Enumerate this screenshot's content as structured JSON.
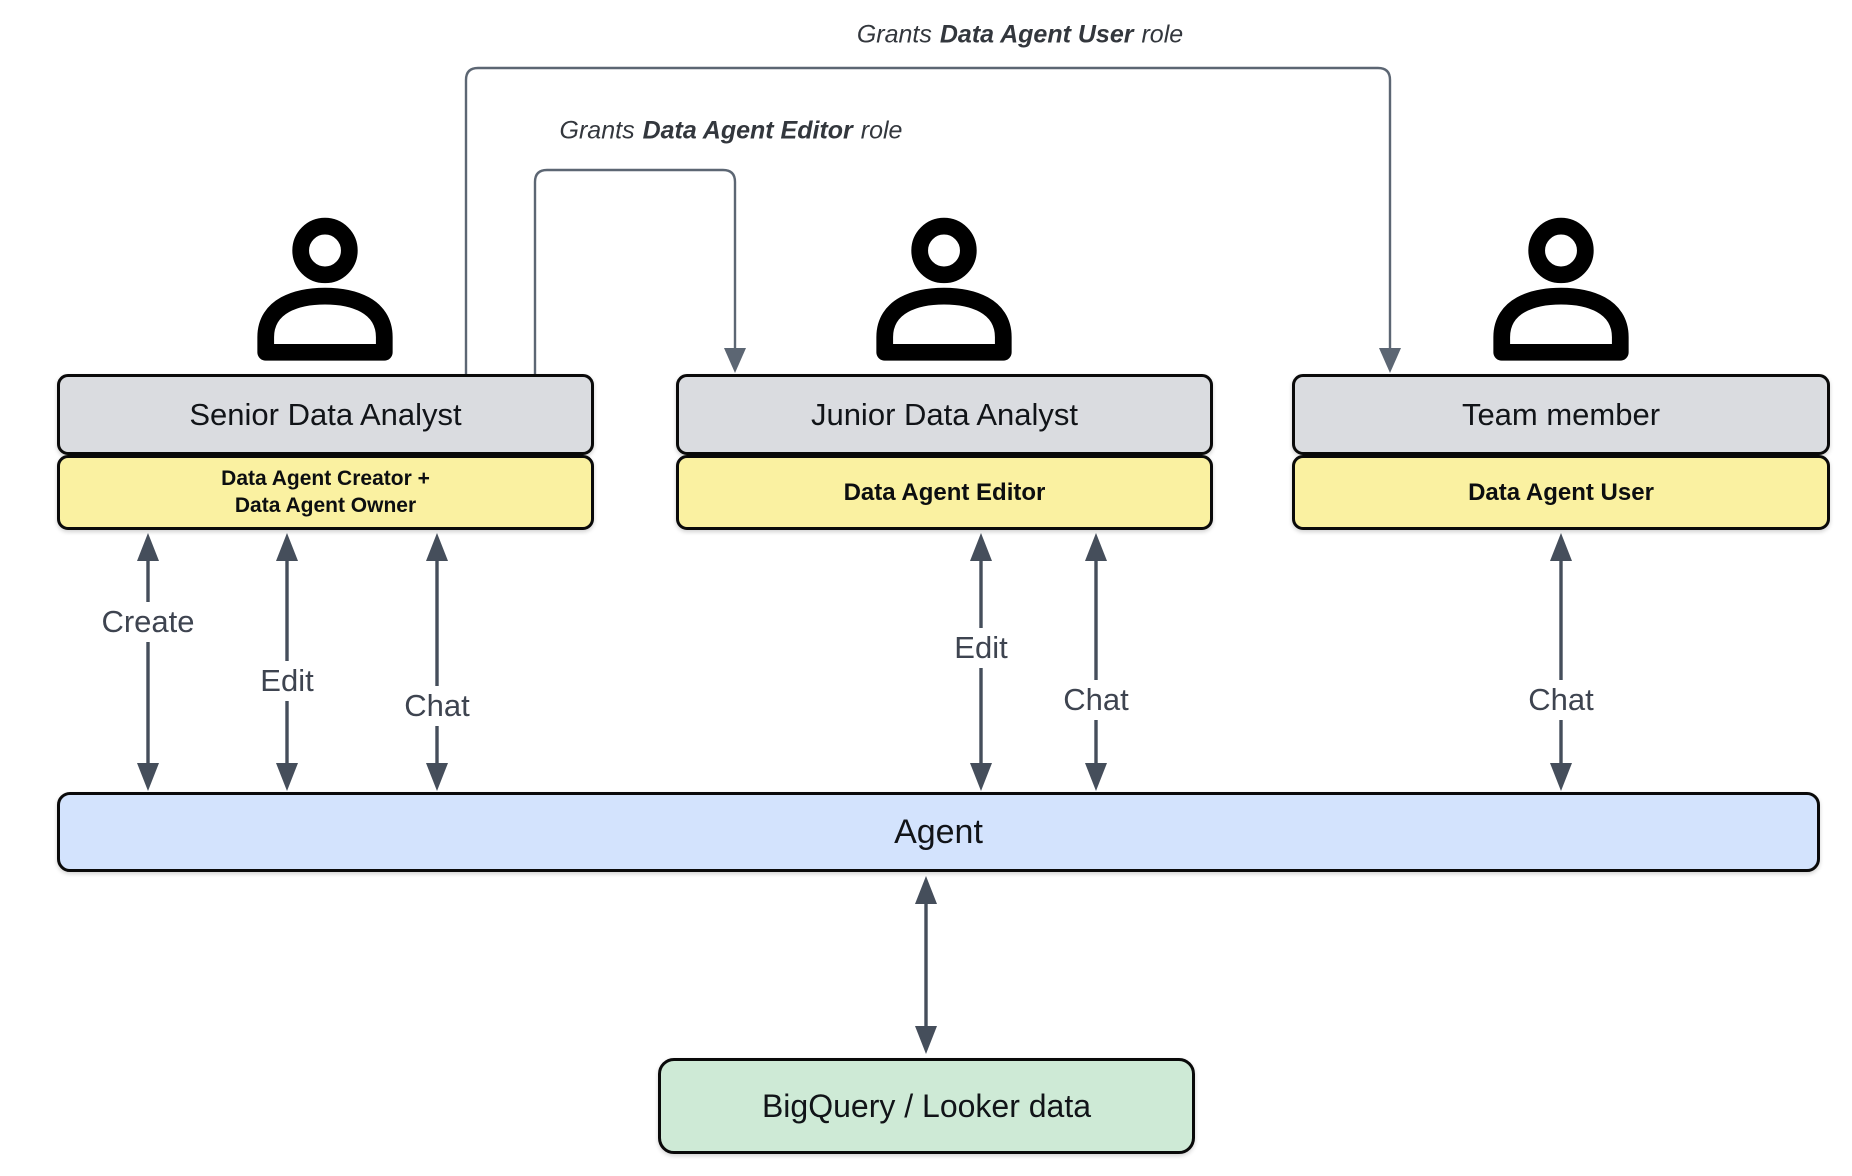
{
  "colors": {
    "actor_box_fill": "#dadce0",
    "role_box_fill": "#faf1a1",
    "agent_bar_fill": "#d3e3fd",
    "data_box_fill": "#ceead6",
    "box_border": "#0a0a0a",
    "arrow": "#454e5b",
    "grant_connector": "#5c6673",
    "label_text": "#3e4450"
  },
  "grant_labels": [
    {
      "prefix": "Grants",
      "role": "Data Agent User",
      "suffix": "role"
    },
    {
      "prefix": "Grants",
      "role": "Data Agent Editor",
      "suffix": "role"
    }
  ],
  "actors": [
    {
      "title": "Senior Data Analyst",
      "role_lines": [
        "Data Agent Creator +",
        "Data Agent Owner"
      ],
      "actions": [
        "Create",
        "Edit",
        "Chat"
      ]
    },
    {
      "title": "Junior Data Analyst",
      "role_lines": [
        "Data Agent Editor"
      ],
      "actions": [
        "Edit",
        "Chat"
      ]
    },
    {
      "title": "Team member",
      "role_lines": [
        "Data Agent User"
      ],
      "actions": [
        "Chat"
      ]
    }
  ],
  "agent": {
    "label": "Agent"
  },
  "data_store": {
    "label": "BigQuery / Looker data"
  },
  "icons": {
    "actor": "person-icon"
  }
}
